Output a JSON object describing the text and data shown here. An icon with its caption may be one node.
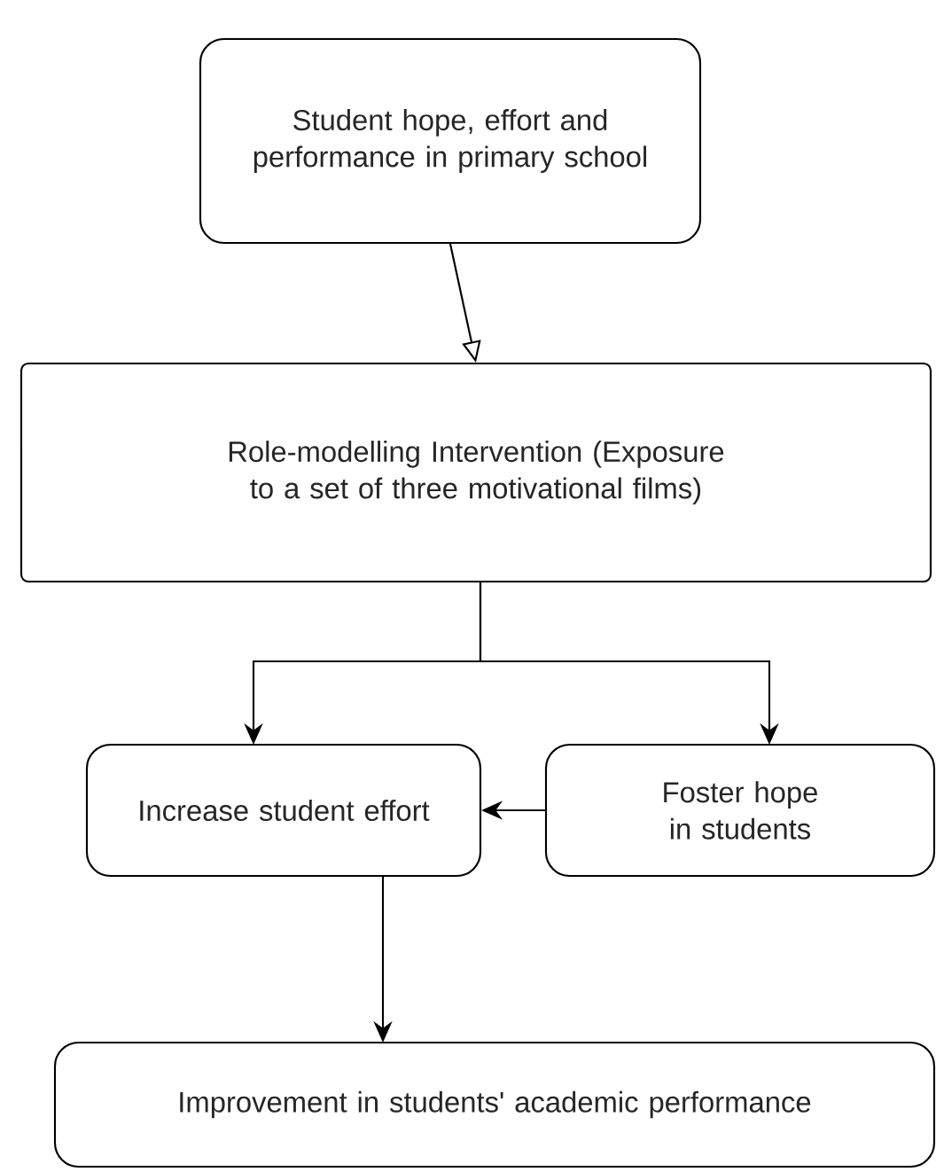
{
  "diagram": {
    "nodes": [
      {
        "text": [
          "Student hope, effort and performance in primary school"
        ]
      },
      {
        "text": [
          "Role-modelling Intervention (Exposure to a set of three motivational films)"
        ]
      },
      {
        "text": [
          "Increase student effort"
        ]
      },
      {
        "text": [
          "Foster hope in students"
        ]
      },
      {
        "text": [
          "Improvement in students' academic performance"
        ]
      }
    ],
    "edges": [
      {
        "from": 0,
        "to": 1,
        "arrow": "to"
      },
      {
        "from": 1,
        "to": 2,
        "arrow": "to"
      },
      {
        "from": 1,
        "to": 3,
        "arrow": "to"
      },
      {
        "from": 3,
        "to": 2,
        "arrow": "to"
      },
      {
        "from": 2,
        "to": 4,
        "arrow": "to"
      }
    ]
  }
}
